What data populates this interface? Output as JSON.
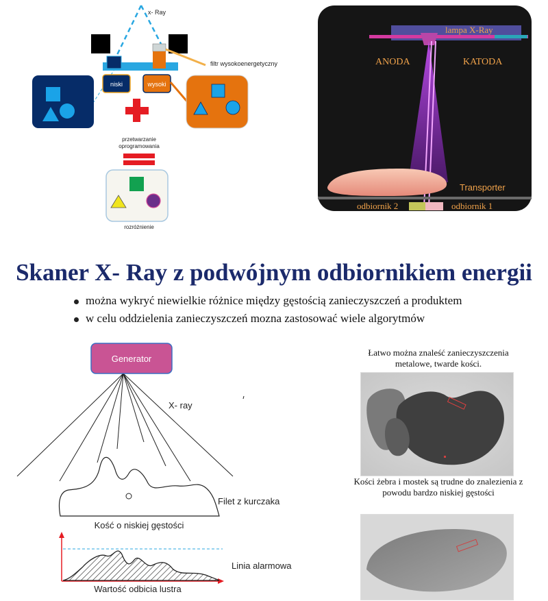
{
  "top_diagram": {
    "xray_label": "x- Ray",
    "filter_label": "filtr wysokoenergetyczny",
    "low_label": "niski",
    "high_label": "wysoki",
    "processing_line1": "przetwarzanie",
    "processing_line2": "oprogramowania",
    "result_label": "rozróżnienie"
  },
  "scanner_image": {
    "lamp_label": "lampa X-Ray",
    "anode_label": "ANODA",
    "cathode_label": "KATODA",
    "transporter_label": "Transporter",
    "receiver2_label": "odbiornik 2",
    "receiver1_label": "odbiornik 1"
  },
  "title": "Skaner X- Ray z podwójnym odbiornikiem energii",
  "bullets": [
    "można wykryć niewielkie różnice między gęstością zanieczyszczeń a produktem",
    "w celu oddzielenia zanieczyszczeń mozna zastosować wiele algorytmów"
  ],
  "bottom_diagram": {
    "generator_label": "Generator",
    "xray_label": "X- ray",
    "fillet_label": "Filet z kurczaka",
    "bone_label": "Kość o niskiej gęstości",
    "alarm_label": "Linia alarmowa",
    "signal_label": "Wartość odbicia lustra"
  },
  "captions": {
    "photo1": "Łatwo można znaleść zanieczyszczenia metalowe, twarde kości.",
    "photo2": "Kości żebra i mostek są trudne do znalezienia z powodu bardzo niskiej gęstości"
  },
  "colors": {
    "title": "#1b2a6b",
    "navy_box": "#062c68",
    "orange_box": "#e5730e",
    "cyan_shape": "#1aa3e8",
    "belt": "#29a7e1",
    "red_plus": "#e51c23",
    "generator_box": "#c95494",
    "scanner_bg": "#151515",
    "beam": "#c24ff0"
  }
}
